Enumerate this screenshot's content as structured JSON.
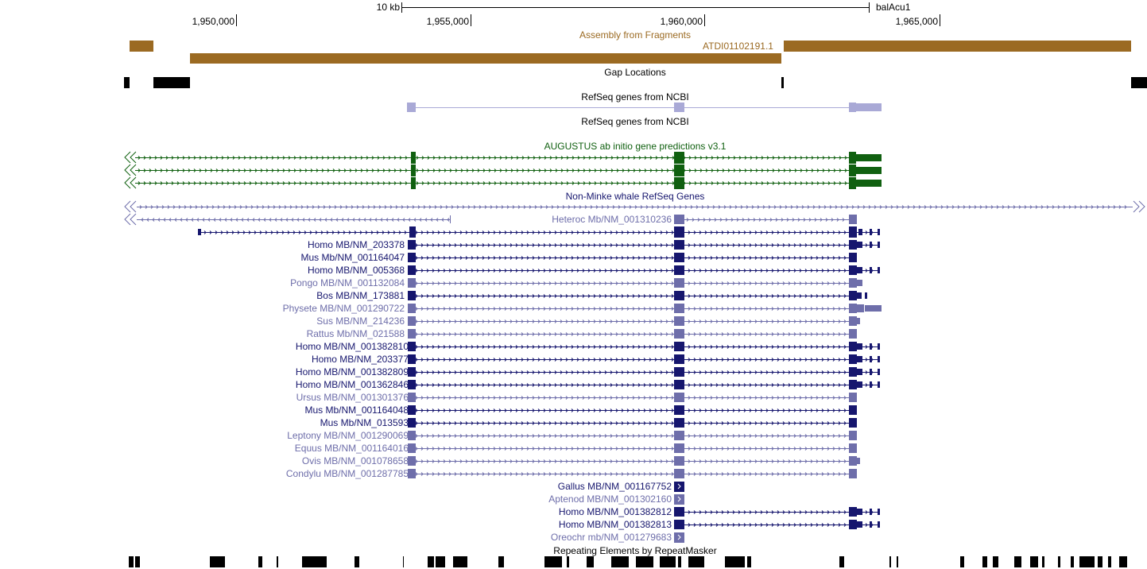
{
  "ruler": {
    "scale_label": "10 kb",
    "assembly_label": "balAcu1",
    "positions": [
      "1,950,000",
      "1,955,000",
      "1,960,000",
      "1,965,000"
    ]
  },
  "tracks": {
    "assembly": {
      "title": "Assembly from Fragments",
      "fragment_label": "ATDI01102191.1",
      "color": "#9b6a22"
    },
    "gap": {
      "title": "Gap Locations"
    },
    "refseq": {
      "title": "RefSeq genes from NCBI",
      "title2": "RefSeq genes from NCBI",
      "color": "#a9a9d6"
    },
    "augustus": {
      "title": "AUGUSTUS ab initio gene predictions v3.1",
      "color": "#106010"
    },
    "xeno": {
      "title": "Non-Minke whale RefSeq Genes",
      "dark_color": "#16166e",
      "light_color": "#6e6eaa",
      "genes": [
        "Heteroc Mb/NM_001310236",
        "Homo MB/NM_203378",
        "Mus Mb/NM_001164047",
        "Homo MB/NM_005368",
        "Pongo MB/NM_001132084",
        "Bos MB/NM_173881",
        "Physete MB/NM_001290722",
        "Sus MB/NM_214236",
        "Rattus Mb/NM_021588",
        "Homo MB/NM_001382810",
        "Homo MB/NM_203377",
        "Homo MB/NM_001382809",
        "Homo MB/NM_001362846",
        "Ursus MB/NM_001301376",
        "Mus Mb/NM_001164048",
        "Mus Mb/NM_013593",
        "Leptony MB/NM_001290069",
        "Equus MB/NM_001164016",
        "Ovis MB/NM_001078658",
        "Condylu MB/NM_001287785",
        "Gallus MB/NM_001167752",
        "Aptenod MB/NM_001302160",
        "Homo MB/NM_001382812",
        "Homo MB/NM_001382813",
        "Oreochr mb/NM_001279683"
      ]
    },
    "rmsk": {
      "title": "Repeating Elements by RepeatMasker"
    }
  }
}
